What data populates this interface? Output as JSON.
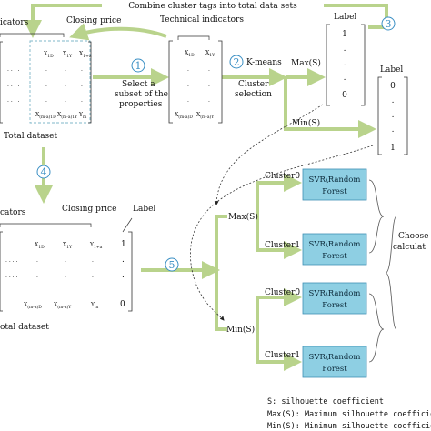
{
  "banner": "Combine cluster tags into total data sets",
  "top_left": {
    "indicators_label": "icators",
    "closing_price_label": "Closing price",
    "dataset_label": "Total dataset",
    "col_x1": "X",
    "col_x1_sub": "1D",
    "col_x2": "X",
    "col_x2_sub": "1Y",
    "col_x3": "X",
    "col_x3_sub": "1+a",
    "row_last_prefix": "",
    "row_last_x1": "X",
    "row_last_x1_sub": "(m-a)1D",
    "row_last_x2": "X",
    "row_last_x2_sub": "(m-a)1Y",
    "row_last_x3": "Y",
    "row_last_x3_sub": "m"
  },
  "subset_text": [
    "Select a",
    "subset of the",
    "properties"
  ],
  "technical_label": "Technical indicators",
  "tech_col1": "X",
  "tech_col1_sub": "1D",
  "tech_col2": "X",
  "tech_col2_sub": "1Y",
  "tech_last1": "X",
  "tech_last1_sub": "(m-a)D",
  "tech_last2": "X",
  "tech_last2_sub": "(m-a)Y",
  "kmeans_label": "K-means",
  "cluster_selection": [
    "Cluster",
    "selection"
  ],
  "max_label": "Max(S)",
  "min_label": "Min(S)",
  "label1_title": "Label",
  "label1_values": [
    "1",
    ".",
    ".",
    ".",
    "0"
  ],
  "label2_title": "Label",
  "label2_values": [
    "0",
    ".",
    ".",
    ".",
    "1"
  ],
  "steps": [
    "1",
    "2",
    "3",
    "4",
    "5"
  ],
  "bottom_left": {
    "indicators_label": "cators",
    "closing_price_label": "Closing price",
    "label_label": "Label",
    "dataset_label": "otal dataset",
    "col_x1": "X",
    "col_x1_sub": "1D",
    "col_x2": "X",
    "col_x2_sub": "1Y",
    "col_x3": "Y",
    "col_x3_sub": "1+a",
    "label_values": [
      "1",
      ".",
      ".",
      "0"
    ],
    "row_last_x1": "X",
    "row_last_x1_sub": "(m-a)D",
    "row_last_x2": "X",
    "row_last_x2_sub": "(m-a)Y",
    "row_last_x3": "Y",
    "row_last_x3_sub": "m"
  },
  "tree": {
    "max_label": "Max(S)",
    "min_label": "Min(S)",
    "cluster0": "Cluster0",
    "cluster1": "Cluster1",
    "box_line1": "SVR\\Random",
    "box_line2": "Forest"
  },
  "choose_text": [
    "Choose a",
    "calculat"
  ],
  "legend": [
    "S: silhouette coefficient",
    "Max(S): Maximum silhouette coefficient",
    "Min(S): Minimum silhouette coefficient"
  ],
  "colors": {
    "arrow_green": "#b9d38c",
    "box_fill": "#8ecfe3",
    "box_border": "#3f8fb5",
    "step_circle": "#3a8fc4",
    "dashed_box": "#7fb7c9"
  }
}
